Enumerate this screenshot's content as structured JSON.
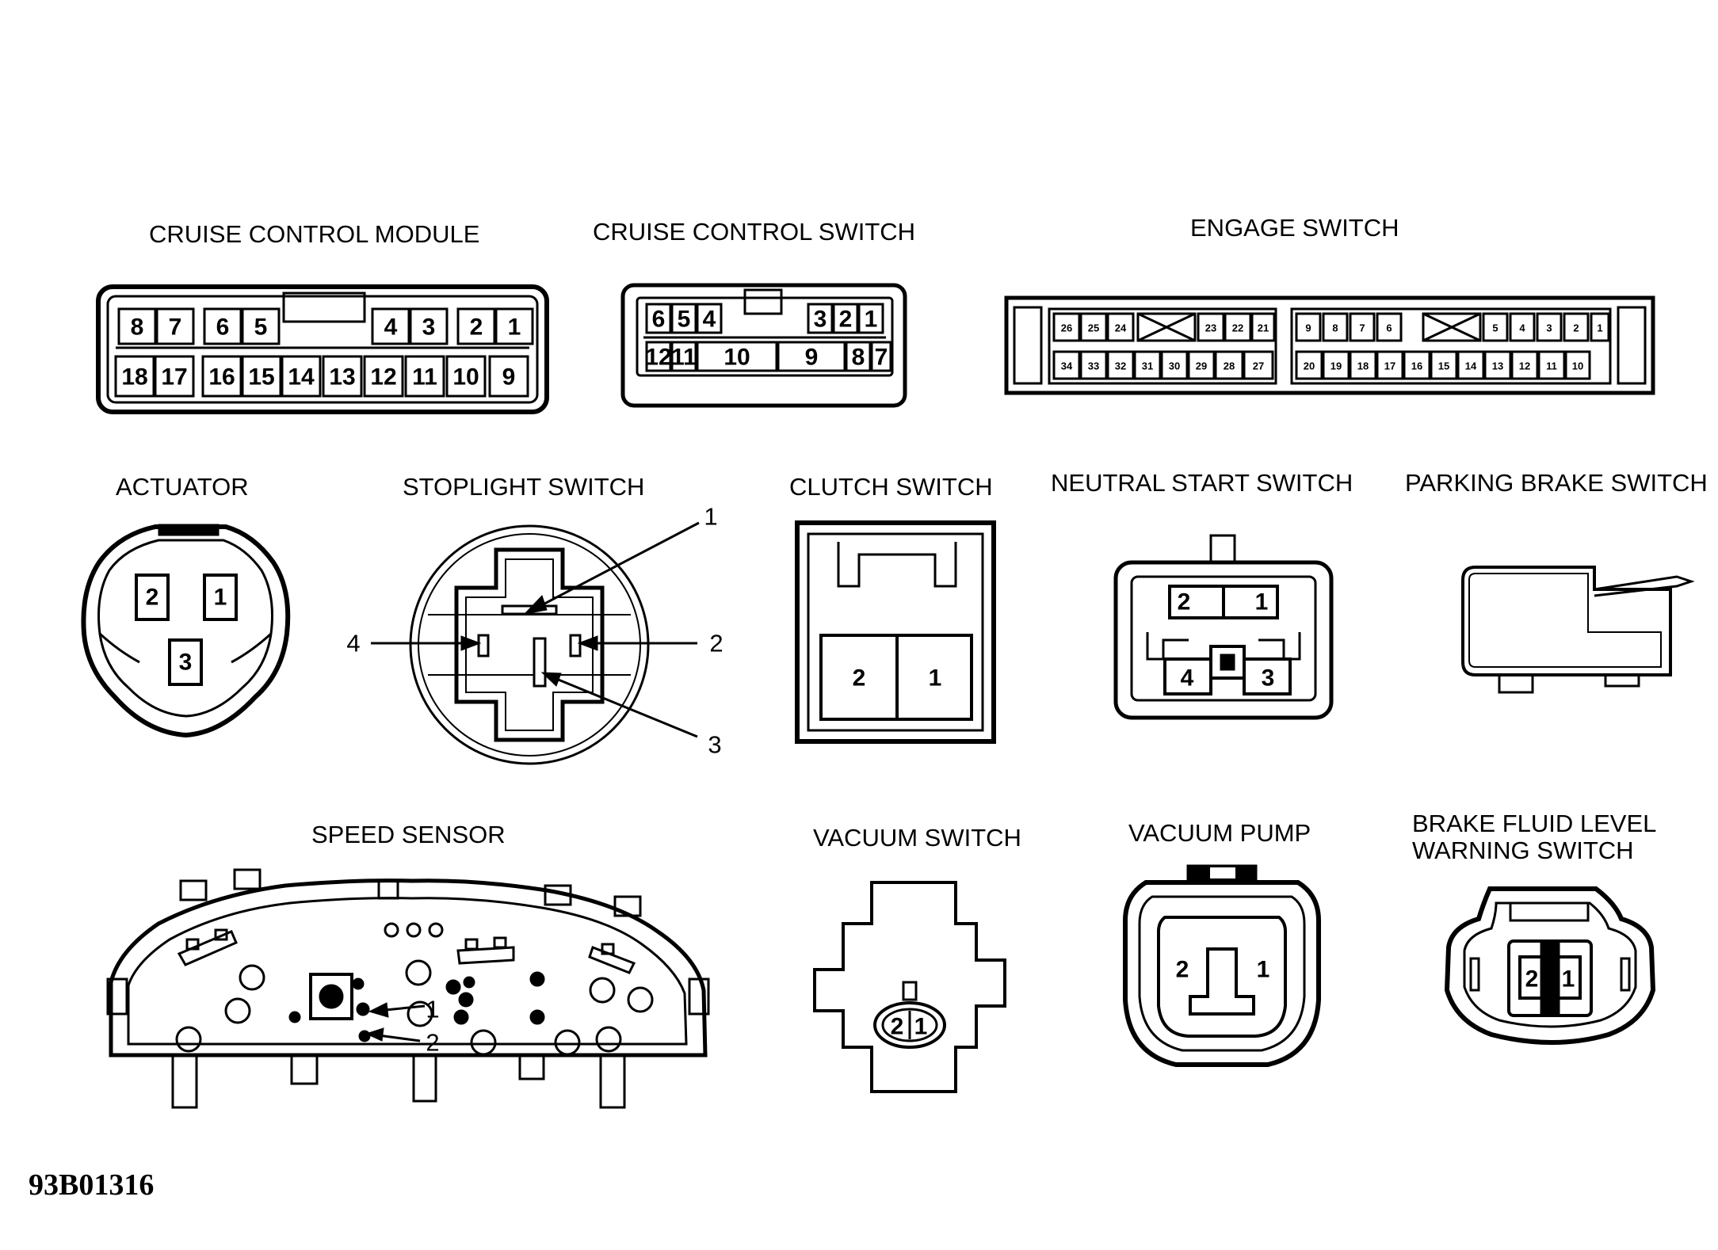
{
  "figure_id": "93B01316",
  "colors": {
    "ink": "#000000",
    "paper": "#ffffff"
  },
  "connectors": {
    "cruise_control_module": {
      "title": "CRUISE CONTROL MODULE",
      "pins_top": [
        "8",
        "7",
        "6",
        "5",
        "4",
        "3",
        "2",
        "1"
      ],
      "pins_bottom": [
        "18",
        "17",
        "16",
        "15",
        "14",
        "13",
        "12",
        "11",
        "10",
        "9"
      ]
    },
    "cruise_control_switch": {
      "title": "CRUISE CONTROL SWITCH",
      "pins_top": [
        "6",
        "5",
        "4",
        "3",
        "2",
        "1"
      ],
      "pins_bottom": [
        "12",
        "11",
        "10",
        "9",
        "8",
        "7"
      ]
    },
    "engage_switch": {
      "title": "ENGAGE SWITCH",
      "pins_top": [
        "26",
        "25",
        "24",
        "23",
        "22",
        "21",
        "9",
        "8",
        "7",
        "6",
        "5",
        "4",
        "3",
        "2",
        "1"
      ],
      "pins_bottom": [
        "34",
        "33",
        "32",
        "31",
        "30",
        "29",
        "28",
        "27",
        "20",
        "19",
        "18",
        "17",
        "16",
        "15",
        "14",
        "13",
        "12",
        "11",
        "10"
      ]
    },
    "actuator": {
      "title": "ACTUATOR",
      "pins": [
        "2",
        "1",
        "3"
      ]
    },
    "stoplight_switch": {
      "title": "STOPLIGHT SWITCH",
      "callouts": [
        "1",
        "2",
        "3",
        "4"
      ]
    },
    "clutch_switch": {
      "title": "CLUTCH SWITCH",
      "pins": [
        "2",
        "1"
      ]
    },
    "neutral_start_switch": {
      "title": "NEUTRAL START SWITCH",
      "pins": [
        "2",
        "1",
        "4",
        "3"
      ]
    },
    "parking_brake_switch": {
      "title": "PARKING BRAKE SWITCH"
    },
    "speed_sensor": {
      "title": "SPEED SENSOR",
      "callouts": [
        "1",
        "2"
      ]
    },
    "vacuum_switch": {
      "title": "VACUUM SWITCH",
      "pins": [
        "2",
        "1"
      ]
    },
    "vacuum_pump": {
      "title": "VACUUM PUMP",
      "pins": [
        "2",
        "1"
      ]
    },
    "brake_fluid_level_warning_switch": {
      "title_line1": "BRAKE FLUID LEVEL",
      "title_line2": "WARNING SWITCH",
      "pins": [
        "2",
        "1"
      ]
    }
  }
}
